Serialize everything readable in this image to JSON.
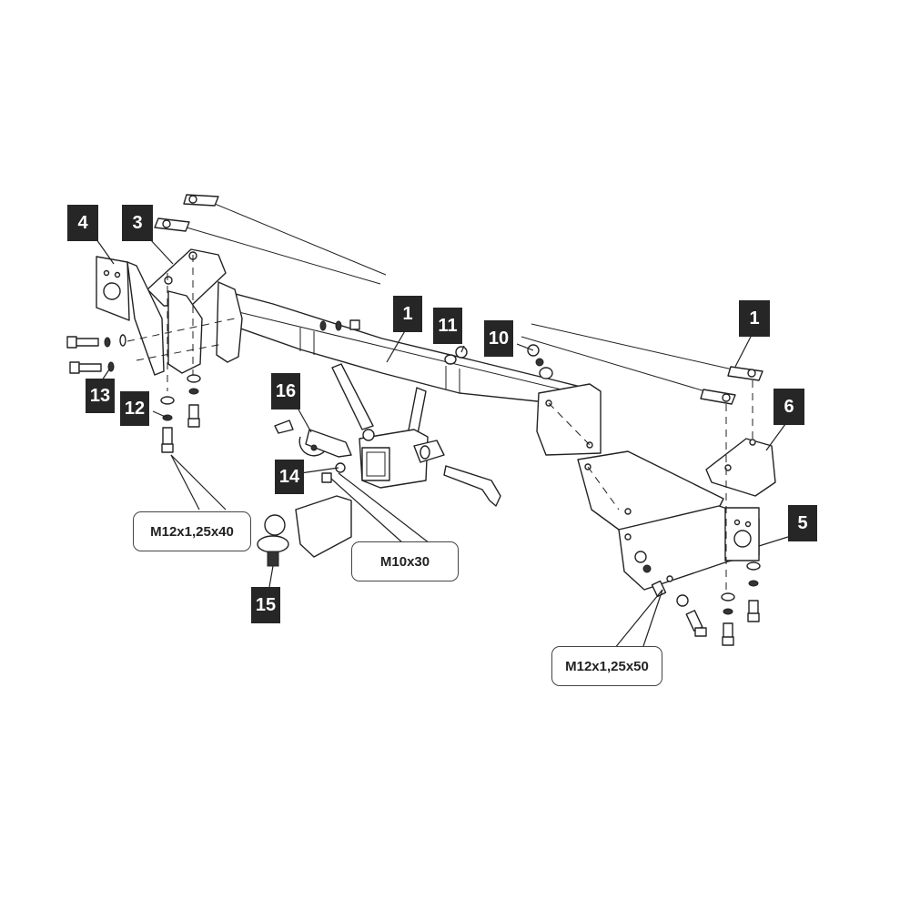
{
  "diagram": {
    "type": "exploded-parts-assembly",
    "subject": "tow hitch assembly",
    "callouts": [
      {
        "id": "c1a",
        "label": "1"
      },
      {
        "id": "c1b",
        "label": "1"
      },
      {
        "id": "c3",
        "label": "3"
      },
      {
        "id": "c4",
        "label": "4"
      },
      {
        "id": "c5",
        "label": "5"
      },
      {
        "id": "c6",
        "label": "6"
      },
      {
        "id": "c10",
        "label": "10"
      },
      {
        "id": "c11",
        "label": "11"
      },
      {
        "id": "c12",
        "label": "12"
      },
      {
        "id": "c13",
        "label": "13"
      },
      {
        "id": "c14",
        "label": "14"
      },
      {
        "id": "c15",
        "label": "15"
      },
      {
        "id": "c16",
        "label": "16"
      }
    ],
    "bolt_specs": [
      {
        "id": "spec-left",
        "label": "M12x1,25x40"
      },
      {
        "id": "spec-center",
        "label": "M10x30"
      },
      {
        "id": "spec-right",
        "label": "M12x1,25x50"
      }
    ]
  }
}
